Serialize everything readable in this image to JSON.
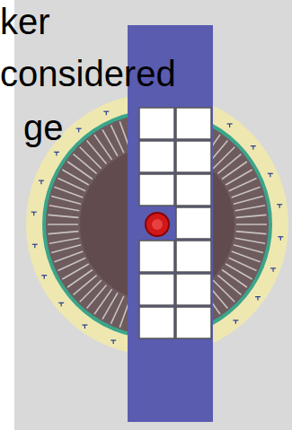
{
  "diagram": {
    "labels": [
      "ker",
      "considered",
      "ge"
    ]
  }
}
